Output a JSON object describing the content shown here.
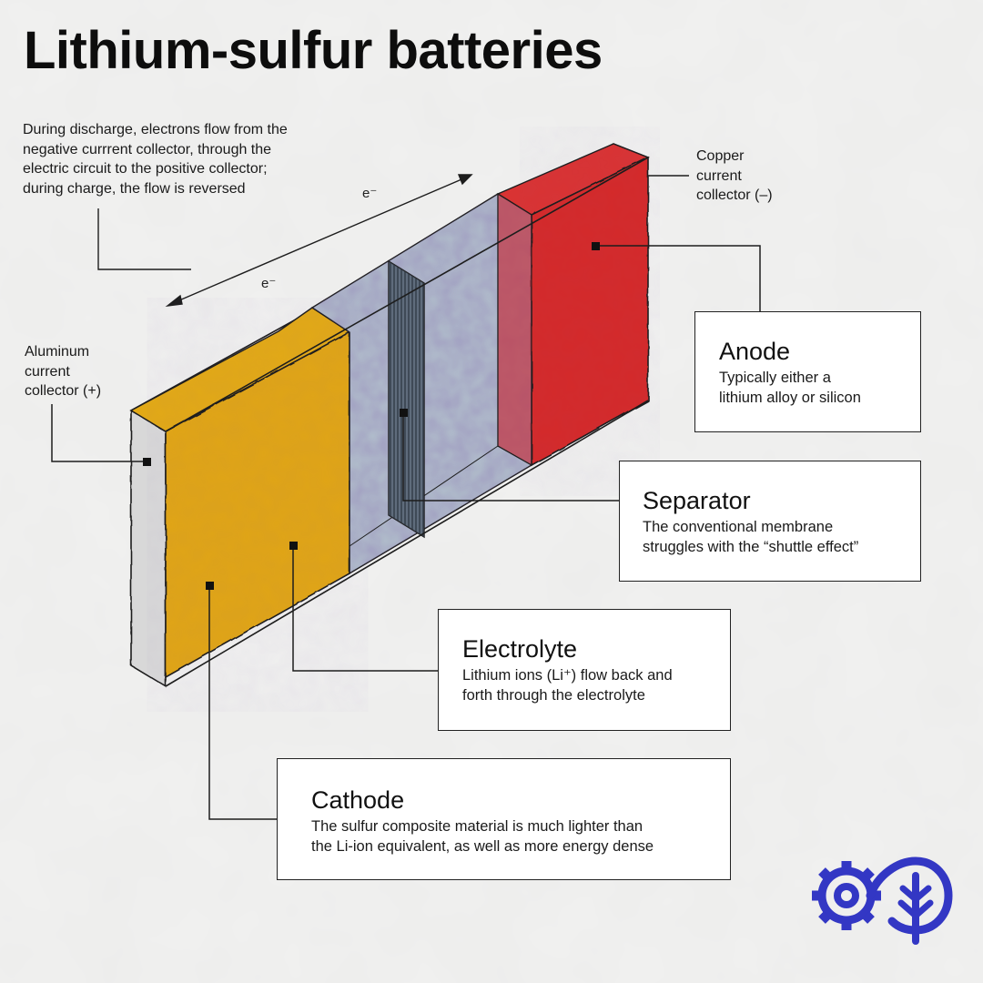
{
  "title": "Lithium-sulfur batteries",
  "flow_note": {
    "lines": [
      "During discharge, electrons flow from the",
      "negative currrent collector, through the",
      "electric circuit to the positive collector;",
      "during charge, the flow is reversed"
    ]
  },
  "electron_labels": {
    "upper": "e⁻",
    "lower": "e⁻"
  },
  "copper_collector": {
    "lines": [
      "Copper",
      "current",
      "collector (–)"
    ]
  },
  "aluminum_collector": {
    "lines": [
      "Aluminum",
      "current",
      "collector (+)"
    ]
  },
  "anode": {
    "title": "Anode",
    "lines": [
      "Typically either a",
      "lithium alloy or silicon"
    ]
  },
  "separator": {
    "title": "Separator",
    "lines": [
      "The conventional membrane",
      "struggles with the “shuttle effect”"
    ]
  },
  "electrolyte": {
    "title": "Electrolyte",
    "lines": [
      "Lithium ions (Li⁺) flow back and",
      "forth through the electrolyte"
    ]
  },
  "cathode": {
    "title": "Cathode",
    "lines": [
      "The sulfur composite material is much lighter than",
      "the Li-ion equivalent, as well as more energy dense"
    ]
  },
  "colors": {
    "anode": "#d42a2a",
    "cathode": "#e0a512",
    "electrolyte": "#a9b7c6",
    "separator": "#4a5560",
    "aluminum": "#d9d9d9",
    "logo": "#3337c4"
  },
  "logo_icon": "gear-and-leaf-logo"
}
